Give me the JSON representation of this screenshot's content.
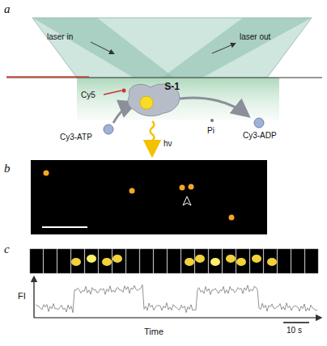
{
  "diagram": {
    "nodes": [
      {
        "text": [
          "S-1"
        ]
      }
    ],
    "labels": [
      "a",
      "laser in",
      "laser out",
      "Cy5",
      "Cy3-ATP",
      "Pi",
      "Cy3-ADP",
      "hν",
      "b",
      "c",
      "FI",
      "Time",
      "10 s"
    ]
  }
}
